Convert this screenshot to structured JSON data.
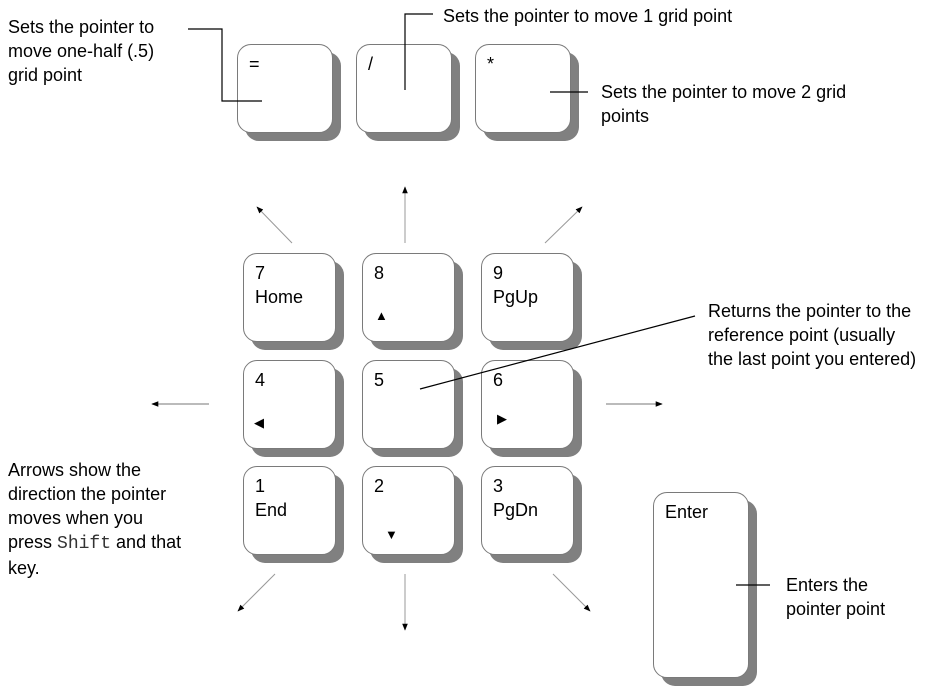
{
  "diagram": {
    "title": "Numeric keypad pointer controls",
    "top_keys": [
      {
        "id": "equals",
        "label": "="
      },
      {
        "id": "slash",
        "label": "/"
      },
      {
        "id": "asterisk",
        "label": "*"
      }
    ],
    "keypad": [
      {
        "id": "7",
        "number": "7",
        "secondary": "Home",
        "direction": "up-left"
      },
      {
        "id": "8",
        "number": "8",
        "secondary": "",
        "direction": "up",
        "symbol": "up-triangle"
      },
      {
        "id": "9",
        "number": "9",
        "secondary": "PgUp",
        "direction": "up-right"
      },
      {
        "id": "4",
        "number": "4",
        "secondary": "",
        "direction": "left",
        "symbol": "left-triangle"
      },
      {
        "id": "5",
        "number": "5",
        "secondary": "",
        "direction": "none"
      },
      {
        "id": "6",
        "number": "6",
        "secondary": "",
        "direction": "right",
        "symbol": "right-triangle"
      },
      {
        "id": "1",
        "number": "1",
        "secondary": "End",
        "direction": "down-left"
      },
      {
        "id": "2",
        "number": "2",
        "secondary": "",
        "direction": "down",
        "symbol": "down-triangle"
      },
      {
        "id": "3",
        "number": "3",
        "secondary": "PgDn",
        "direction": "down-right"
      }
    ],
    "enter_key": {
      "label": "Enter"
    },
    "callouts": {
      "half_grid": [
        "Sets the pointer to",
        "move one-half (.5)",
        "grid point"
      ],
      "one_grid": "Sets the pointer to move 1 grid point",
      "two_grid": [
        "Sets the pointer to move 2 grid",
        "points"
      ],
      "reference": [
        "Returns the pointer to the",
        "reference point (usually",
        "the last point you entered)"
      ],
      "arrows_pre": "Arrows show the",
      "arrows_l2": "direction the pointer",
      "arrows_l3": "moves when you",
      "arrows_l4_a": "press ",
      "arrows_l4_key": "Shift",
      "arrows_l4_b": " and that",
      "arrows_l5": "key.",
      "enter": [
        "Enters the",
        "pointer point"
      ]
    }
  }
}
